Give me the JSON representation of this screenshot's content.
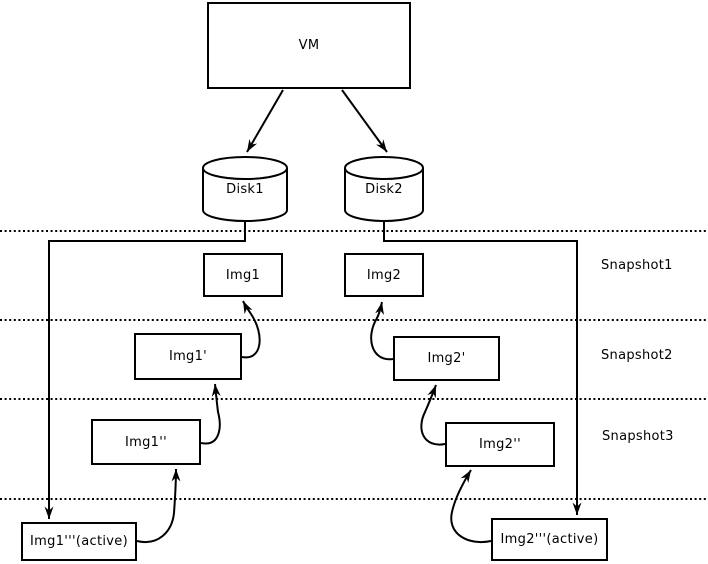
{
  "nodes": {
    "vm": "VM",
    "disk1": "Disk1",
    "disk2": "Disk2",
    "img1": "Img1",
    "img2": "Img2",
    "img1p": "Img1'",
    "img2p": "Img2'",
    "img1pp": "Img1''",
    "img2pp": "Img2''",
    "img1ppp": "Img1'''(active)",
    "img2ppp": "Img2'''(active)"
  },
  "labels": {
    "snapshot1": "Snapshot1",
    "snapshot2": "Snapshot2",
    "snapshot3": "Snapshot3"
  },
  "colors": {
    "line": "#000000",
    "background": "#ffffff",
    "node_fill": "#ffffff"
  }
}
